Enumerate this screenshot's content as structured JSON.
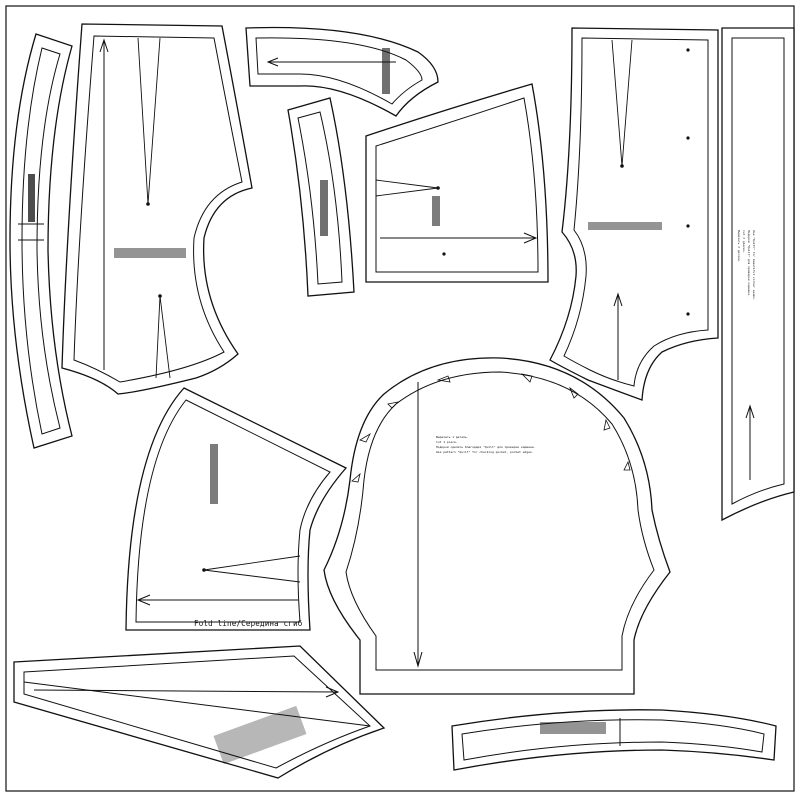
{
  "sheet": {
    "fold_label": "Fold line/Середина сгиб",
    "sleeve_note": {
      "lines": [
        "Вырезать 1 деталь.",
        "Cut 1 piece.",
        "Подкрой сделать благодаря \"Quilt\" для проверки кармана.",
        "Use pattern \"Quilt\" for checking pocket, pocket edges."
      ]
    },
    "front_note": {
      "lines": [
        "Вырезать 2 детали.",
        "Cut 2 pieces.",
        "Подкрой сделать благодаря \"Quilt\" для проверки.",
        "Use pattern \"Quilt\" for checking."
      ]
    },
    "side_panel_note": {
      "lines": [
        "Вырезать 2 детали.",
        "Cut 2 pieces.",
        "Подкрой \"Quilt\" для проверки кармана.",
        "Use \"Quilt\" for beautiful corner seams."
      ]
    }
  },
  "colors": {
    "line": "#111111",
    "paper": "#ffffff"
  }
}
